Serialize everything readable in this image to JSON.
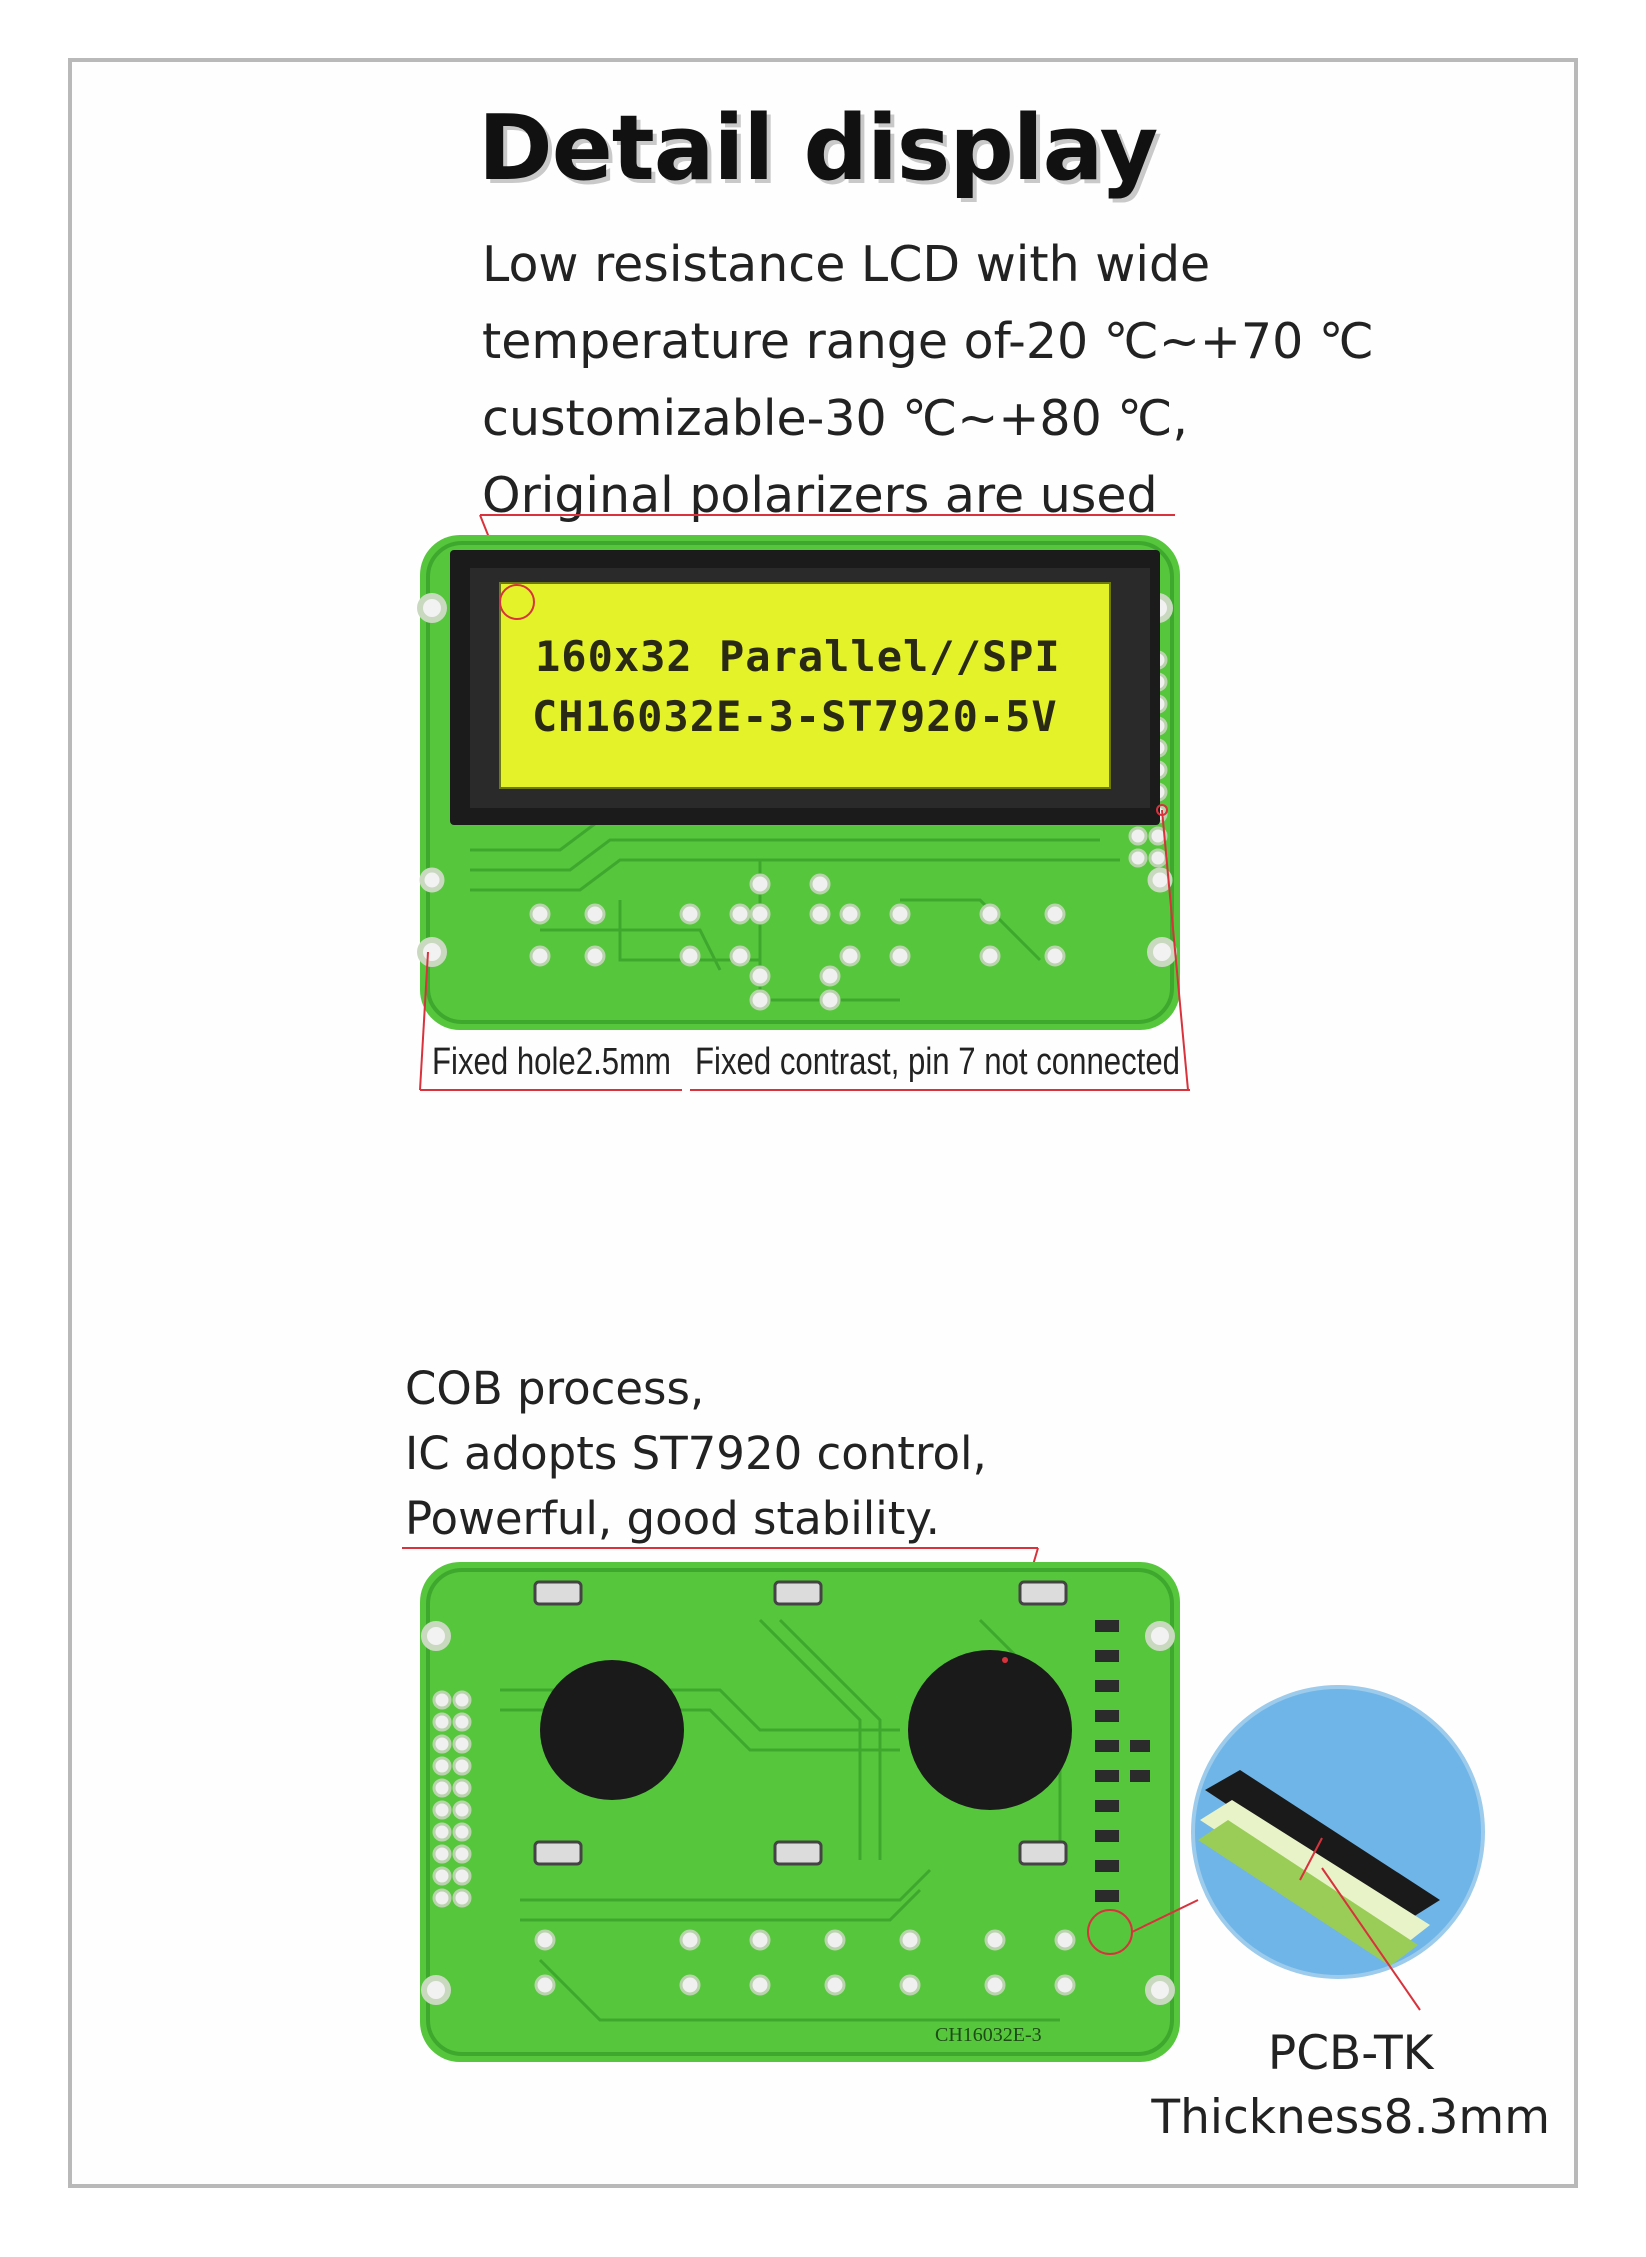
{
  "title": "Detail display",
  "description_top": [
    "Low resistance LCD with wide",
    "temperature range of-20 ℃~+70 ℃",
    "customizable-30 ℃~+80 ℃,",
    "Original polarizers are used"
  ],
  "lcd_screen": {
    "line1": "160x32 Parallel//SPI",
    "line2": "CH16032E-3-ST7920-5V",
    "backlight_color": "#e4f22a"
  },
  "callouts": {
    "fixed_hole": "Fixed hole2.5mm",
    "fixed_contrast": "Fixed contrast, pin 7 not connected"
  },
  "description_bottom": [
    "COB process,",
    "IC adopts ST7920 control,",
    "Powerful, good stability."
  ],
  "back_board": {
    "silkscreen": "CH16032E-3"
  },
  "pcb_tk": {
    "line1": "PCB-TK",
    "line2": "Thickness8.3mm"
  },
  "colors": {
    "pcb_green": "#56c63c",
    "pcb_dark": "#3ea82e",
    "accent_red": "#d8323c",
    "frame_gray": "#b9b9b9"
  }
}
